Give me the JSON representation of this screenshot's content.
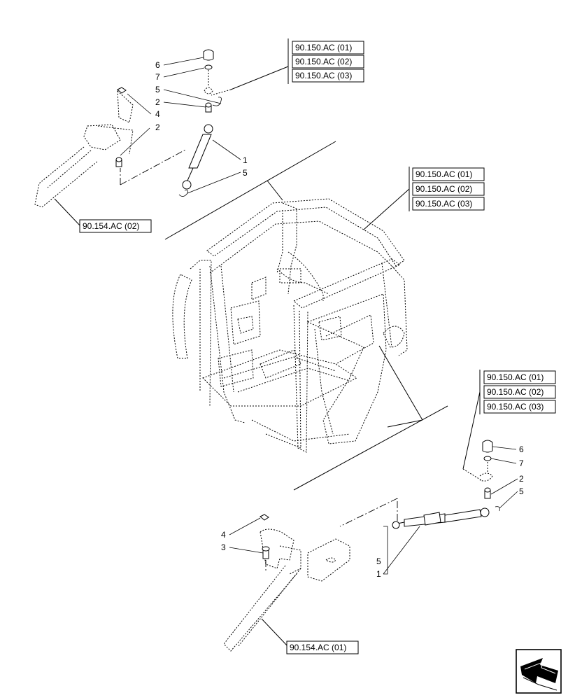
{
  "references": {
    "top_group": [
      "90.150.AC (01)",
      "90.150.AC (02)",
      "90.150.AC (03)"
    ],
    "cab_group": [
      "90.150.AC (01)",
      "90.150.AC (02)",
      "90.150.AC (03)"
    ],
    "right_group": [
      "90.150.AC (01)",
      "90.150.AC (02)",
      "90.150.AC (03)"
    ],
    "left_arm_ref": "90.154.AC (02)",
    "bottom_arm_ref": "90.154.AC (01)"
  },
  "callouts": {
    "upper": {
      "c6": "6",
      "c7": "7",
      "c5a": "5",
      "c2a": "2",
      "c4": "4",
      "c2b": "2",
      "c1": "1",
      "c5b": "5"
    },
    "lower": {
      "c6": "6",
      "c7": "7",
      "c2": "2",
      "c5a": "5",
      "c4": "4",
      "c3": "3",
      "c5b": "5",
      "c1": "1"
    }
  },
  "icons": {
    "nav": "next-page-arrow-icon"
  }
}
